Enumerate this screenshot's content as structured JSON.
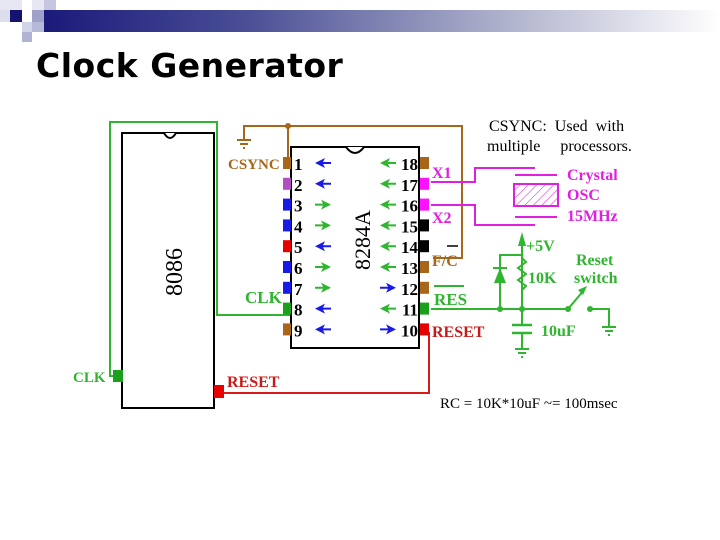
{
  "slide": {
    "title": "Clock Generator"
  },
  "colors": {
    "title_bar_dark": "#1a1a7a",
    "wire_green": "#2fb52f",
    "wire_brown": "#a8661a",
    "wire_red": "#d81a1a",
    "wire_magenta": "#e020e0",
    "pin_blue": "#1a1ae6",
    "pin_purple": "#b050c0",
    "pin_black": "#000000"
  },
  "diagram": {
    "cpu_label": "8086",
    "cpu_pins": {
      "clk": "CLK",
      "reset": "RESET"
    },
    "chip_label": "8284A",
    "chip_pins_left": [
      {
        "num": "1",
        "color": "brown",
        "arrow": "left",
        "arrow_color": "blue"
      },
      {
        "num": "2",
        "color": "purple",
        "arrow": "left",
        "arrow_color": "blue"
      },
      {
        "num": "3",
        "color": "blue",
        "arrow": "right",
        "arrow_color": "green"
      },
      {
        "num": "4",
        "color": "blue",
        "arrow": "right",
        "arrow_color": "green"
      },
      {
        "num": "5",
        "color": "red",
        "arrow": "left",
        "arrow_color": "blue"
      },
      {
        "num": "6",
        "color": "blue",
        "arrow": "right",
        "arrow_color": "green"
      },
      {
        "num": "7",
        "color": "blue",
        "arrow": "right",
        "arrow_color": "green"
      },
      {
        "num": "8",
        "color": "green",
        "arrow": "left",
        "arrow_color": "blue"
      },
      {
        "num": "9",
        "color": "brown",
        "arrow": "left",
        "arrow_color": "blue"
      }
    ],
    "chip_pins_right": [
      {
        "num": "18",
        "color": "brown",
        "arrow": "left",
        "arrow_color": "green"
      },
      {
        "num": "17",
        "color": "magenta",
        "arrow": "left",
        "arrow_color": "green"
      },
      {
        "num": "16",
        "color": "magenta",
        "arrow": "left",
        "arrow_color": "green"
      },
      {
        "num": "15",
        "color": "black",
        "arrow": "left",
        "arrow_color": "green"
      },
      {
        "num": "14",
        "color": "black",
        "arrow": "left",
        "arrow_color": "green"
      },
      {
        "num": "13",
        "color": "brown",
        "arrow": "left",
        "arrow_color": "green"
      },
      {
        "num": "12",
        "color": "brown",
        "arrow": "right",
        "arrow_color": "blue"
      },
      {
        "num": "11",
        "color": "green",
        "arrow": "left",
        "arrow_color": "green"
      },
      {
        "num": "10",
        "color": "red",
        "arrow": "right",
        "arrow_color": "blue"
      }
    ],
    "labels": {
      "csync": "CSYNC",
      "clk": "CLK",
      "x1": "X1",
      "x2": "X2",
      "fc": "F/C",
      "res": "RES",
      "reset": "RESET",
      "crystal_line1": "Crystal",
      "crystal_line2": "OSC",
      "crystal_line3": "15MHz",
      "vcc": "+5V",
      "resistor": "10K",
      "capacitor": "10uF",
      "switch_line1": "Reset",
      "switch_line2": "switch"
    },
    "notes": {
      "csync_line1": "CSYNC:  Used  with",
      "csync_line2": "multiple     processors.",
      "rc_formula": "RC = 10K*10uF ~= 100msec"
    }
  }
}
